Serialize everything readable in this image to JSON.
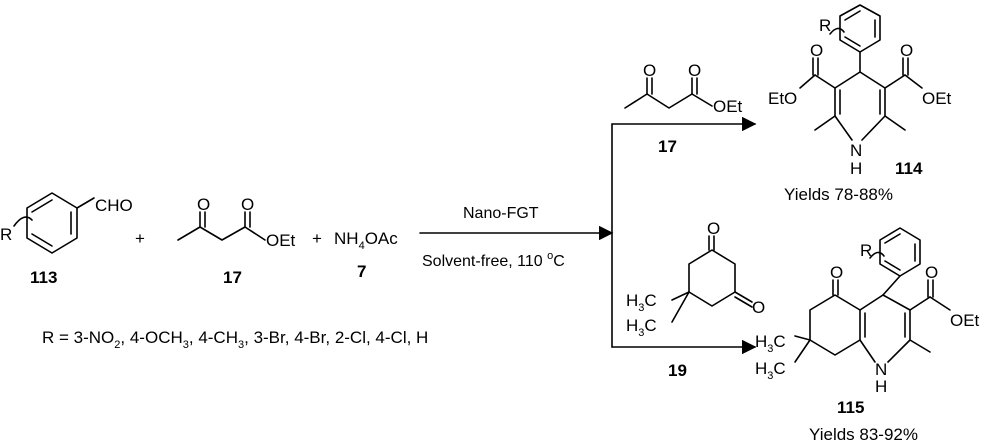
{
  "reactants": {
    "aldehyde": {
      "r": "R",
      "cho": "CHO",
      "number": "113"
    },
    "plus": "+",
    "ketoester": {
      "o": "O",
      "oet": "OEt",
      "number": "17"
    },
    "ammonium": {
      "nh": "NH",
      "four": "4",
      "oac": "OAc",
      "number": "7"
    }
  },
  "r_groups": {
    "prefix": "R = 3-NO",
    "sub2": "2",
    "mid": ", 4-OCH",
    "sub3a": "3",
    "mid2": ", 4-CH",
    "sub3b": "3",
    "rest": ", 3-Br, 4-Br, 2-Cl, 4-Cl, H"
  },
  "conditions": {
    "catalyst": "Nano-FGT",
    "medium": "Solvent-free, 110 ",
    "deg": "o",
    "unit": "C"
  },
  "upper": {
    "reagent": {
      "o": "O",
      "oet": "OEt",
      "number": "17"
    },
    "product": {
      "r": "R",
      "o1": "O",
      "o2": "O",
      "eto": "EtO",
      "oet": "OEt",
      "nh_n": "N",
      "nh_h": "H",
      "number": "114",
      "yield": "Yields 78-88%"
    }
  },
  "lower": {
    "reagent": {
      "o1": "O",
      "o2": "O",
      "h3c1": "H",
      "h3c1_sub": "3",
      "h3c1_c": "C",
      "h3c2": "H",
      "h3c2_sub": "3",
      "h3c2_c": "C",
      "number": "19"
    },
    "product": {
      "r": "R",
      "o1": "O",
      "o2": "O",
      "oet": "OEt",
      "h3c1": "H",
      "h3c1_sub": "3",
      "h3c1_c": "C",
      "h3c2": "H",
      "h3c2_sub": "3",
      "h3c2_c": "C",
      "nh_n": "N",
      "nh_h": "H",
      "number": "115",
      "yield": "Yields 83-92%"
    }
  }
}
